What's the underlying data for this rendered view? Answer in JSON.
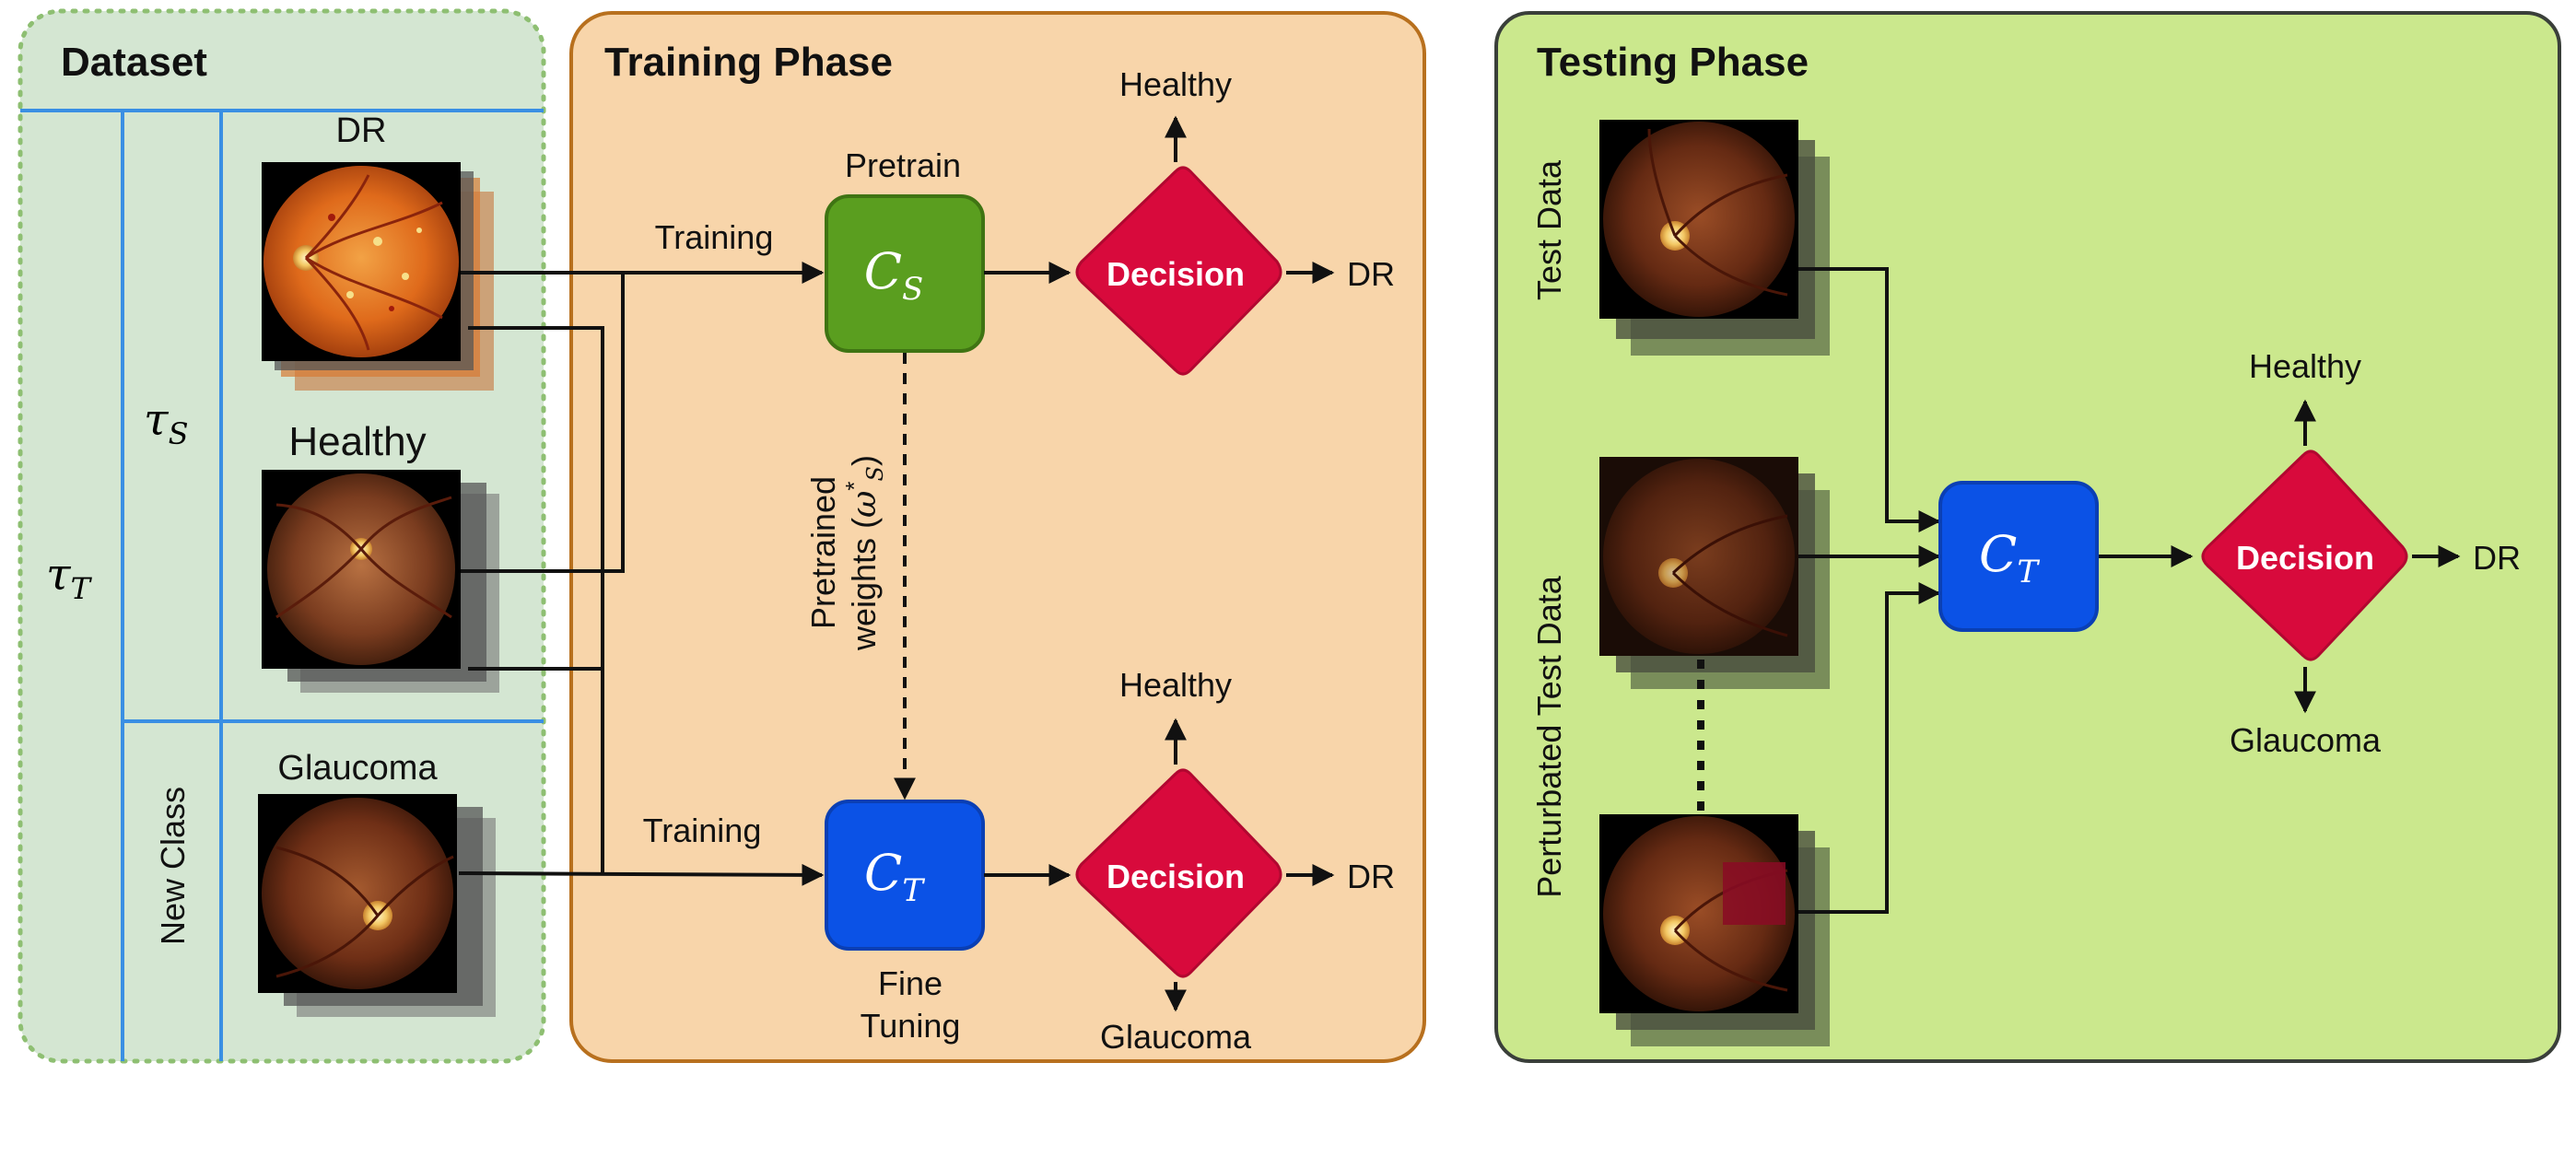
{
  "colors": {
    "dataset_fill": "#d4e6d2",
    "dataset_border": "#8ebf72",
    "training_fill": "#f8d5aa",
    "training_border": "#b8701e",
    "testing_fill": "#cbe88d",
    "testing_border": "#3a3f3a",
    "divider_blue": "#3a8fe3",
    "cs_green": "#5a9e1f",
    "ct_blue": "#0b52e6",
    "decision_red": "#d80a3c"
  },
  "dataset": {
    "title": "Dataset",
    "tau_t": {
      "sym": "τ",
      "sub": "T"
    },
    "tau_s": {
      "sym": "τ",
      "sub": "S"
    },
    "new_class": "New Class",
    "dr_label": "DR",
    "healthy_label": "Healthy",
    "glaucoma_label": "Glaucoma"
  },
  "training": {
    "title": "Training Phase",
    "pretrain": "Pretrain",
    "training_top": "Training",
    "training_bottom": "Training",
    "cs": {
      "sym": "C",
      "sub": "S"
    },
    "ct": {
      "sym": "C",
      "sub": "T"
    },
    "weights_line1": "Pretrained",
    "weights_line2": "weights (",
    "weights_sym": "ω",
    "weights_sup": "*",
    "weights_sub": "S",
    "weights_close": ")",
    "fine": "Fine",
    "tuning": "Tuning",
    "decision_top": "Decision",
    "decision_bottom": "Decision",
    "healthy_top": "Healthy",
    "dr_top": "DR",
    "healthy_bottom": "Healthy",
    "dr_bottom": "DR",
    "glaucoma_bottom": "Glaucoma"
  },
  "testing": {
    "title": "Testing Phase",
    "test_data": "Test Data",
    "perturbated": "Perturbated Test Data",
    "ct": {
      "sym": "C",
      "sub": "T"
    },
    "decision": "Decision",
    "healthy": "Healthy",
    "dr": "DR",
    "glaucoma": "Glaucoma"
  }
}
